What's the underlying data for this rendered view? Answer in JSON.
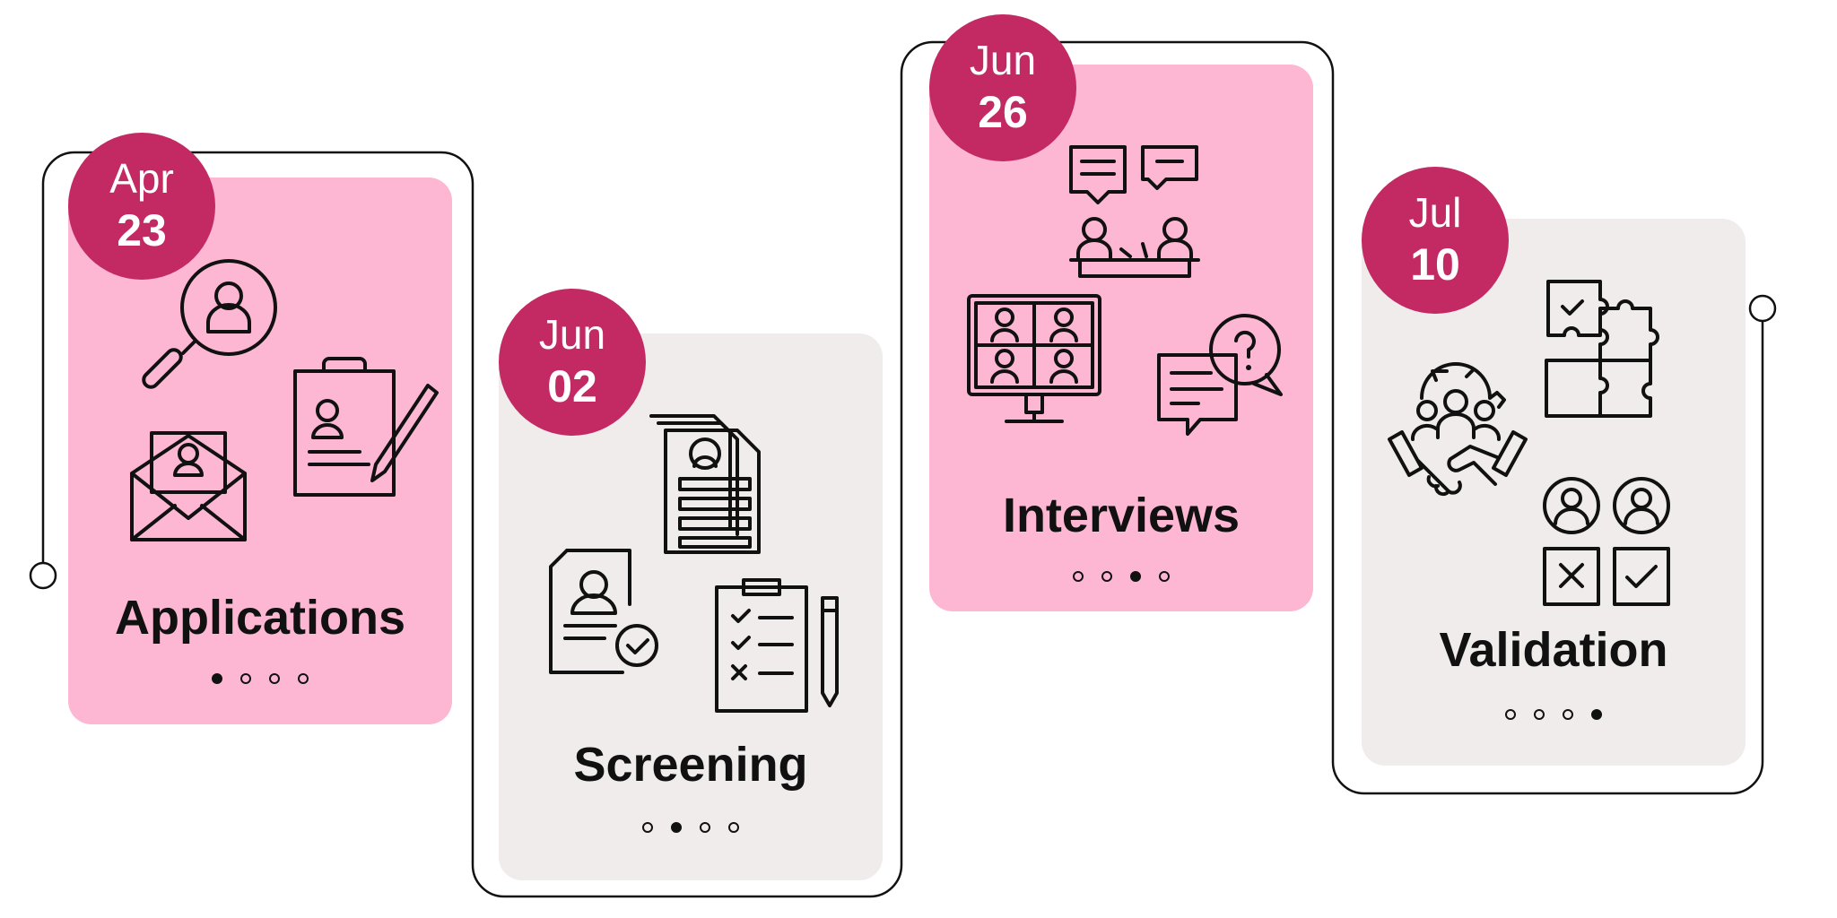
{
  "colors": {
    "badge": "#C32962",
    "card_pink": "#FDB7D3",
    "card_gray": "#F0ECEC",
    "ink": "#111111"
  },
  "steps": [
    {
      "month": "Apr",
      "day": "23",
      "title": "Applications",
      "active_dot": 1,
      "dot_count": 4,
      "theme": "pink",
      "icons": [
        "magnifier-person-icon",
        "clipboard-pen-icon",
        "envelope-resume-icon"
      ]
    },
    {
      "month": "Jun",
      "day": "02",
      "title": "Screening",
      "active_dot": 2,
      "dot_count": 4,
      "theme": "gray",
      "icons": [
        "resume-stack-icon",
        "approved-profile-icon",
        "checklist-pencil-icon"
      ]
    },
    {
      "month": "Jun",
      "day": "26",
      "title": "Interviews",
      "active_dot": 3,
      "dot_count": 4,
      "theme": "pink",
      "icons": [
        "panel-interview-icon",
        "video-call-icon",
        "question-chat-icon"
      ]
    },
    {
      "month": "Jul",
      "day": "10",
      "title": "Validation",
      "active_dot": 4,
      "dot_count": 4,
      "theme": "gray",
      "icons": [
        "handshake-team-icon",
        "puzzle-check-icon",
        "accept-reject-icon"
      ]
    }
  ]
}
